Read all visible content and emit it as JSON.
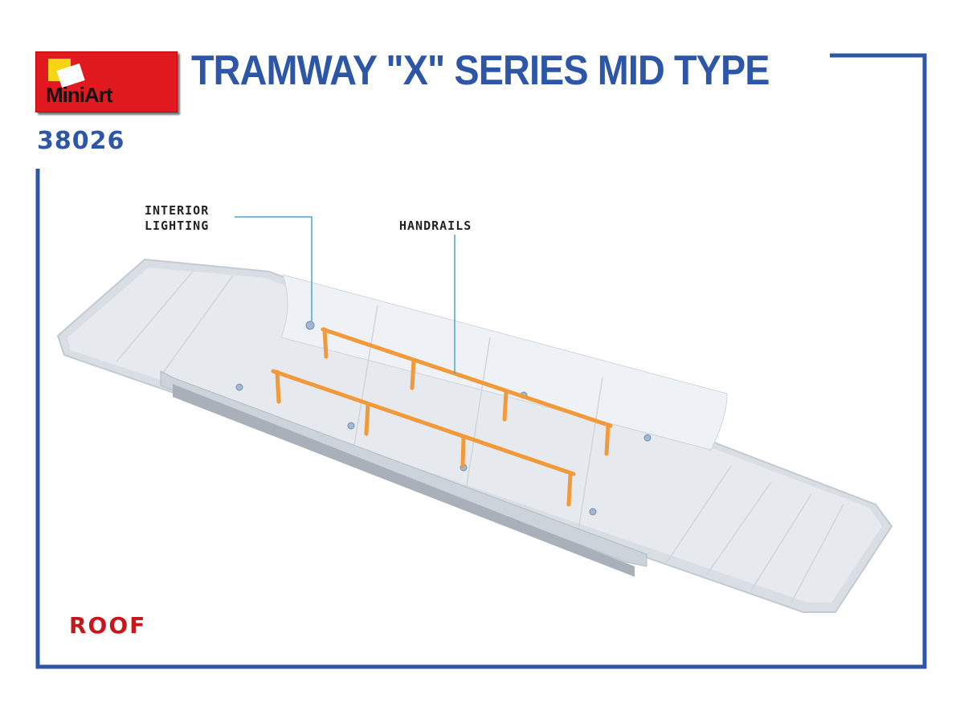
{
  "brand": {
    "logo_text": "MiniArt"
  },
  "header": {
    "title": "TRAMWAY \"X\" SERIES MID TYPE",
    "code": "38026"
  },
  "callouts": {
    "interior_lighting_line1": "INTERIOR",
    "interior_lighting_line2": "LIGHTING",
    "handrails": "HANDRAILS"
  },
  "footer": {
    "part_name": "ROOF"
  },
  "colors": {
    "frame": "#2d57a6",
    "callout_line": "#4aa7c6",
    "handrail": "#f29a3a",
    "roof": "#e4e8ee",
    "part_label": "#c8161d"
  }
}
